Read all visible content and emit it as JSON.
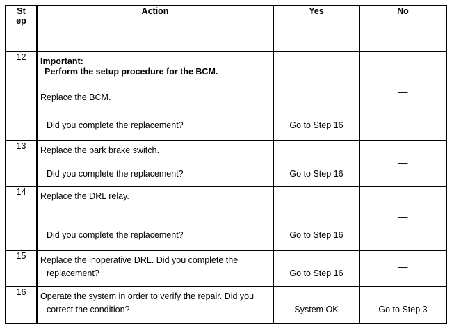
{
  "table": {
    "headers": {
      "step_line1": "St",
      "step_line2": "ep",
      "action": "Action",
      "yes": "Yes",
      "no": "No"
    },
    "rows": [
      {
        "step": "12",
        "action_lines": [
          "Important:",
          "Perform the setup procedure for the BCM.",
          "Replace the BCM.",
          "Did you complete the replacement?"
        ],
        "yes": "Go to Step 16",
        "no": "—"
      },
      {
        "step": "13",
        "action_lines": [
          "Replace the park brake switch.",
          "Did you complete the replacement?"
        ],
        "yes": "Go to Step 16",
        "no": "—"
      },
      {
        "step": "14",
        "action_lines": [
          "Replace the DRL relay.",
          "Did you complete the replacement?"
        ],
        "yes": "Go to Step 16",
        "no": "—"
      },
      {
        "step": "15",
        "action_lines": [
          "Replace the inoperative DRL. Did you complete the",
          "replacement?"
        ],
        "yes": "Go to Step 16",
        "no": "—"
      },
      {
        "step": "16",
        "action_lines": [
          "Operate the system in order to verify the repair. Did you",
          "correct the condition?"
        ],
        "yes": "System OK",
        "no": "Go to Step 3"
      }
    ]
  }
}
